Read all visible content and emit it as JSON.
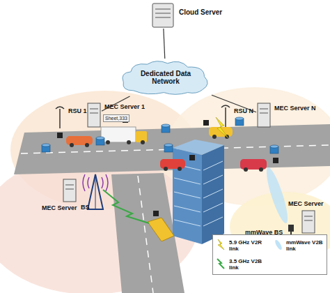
{
  "diagram": {
    "nodes": [
      {
        "text": [
          "Cloud Server"
        ]
      },
      {
        "text": [
          "Dedicated Data Network"
        ]
      },
      {
        "text": [
          "RSU 1"
        ]
      },
      {
        "text": [
          "MEC Server 1"
        ]
      },
      {
        "text": [
          "RSU N"
        ]
      },
      {
        "text": [
          "MEC Server N"
        ]
      },
      {
        "text": [
          "MEC Server"
        ]
      },
      {
        "text": [
          "BS"
        ]
      },
      {
        "text": [
          "mmWave BS"
        ]
      },
      {
        "text": [
          "MEC Server"
        ]
      }
    ],
    "edges": [
      {
        "from": 0,
        "to": 1,
        "arrow": "none"
      },
      {
        "from": 1,
        "to": 3,
        "arrow": "none"
      },
      {
        "from": 1,
        "to": 5,
        "arrow": "none"
      }
    ],
    "labels": [
      "Sheet,333"
    ],
    "legend": [
      {
        "text": "5.9 GHz V2R link"
      },
      {
        "text": "mmWave V2B link"
      },
      {
        "text": "3.5 GHz V2B link"
      }
    ]
  }
}
